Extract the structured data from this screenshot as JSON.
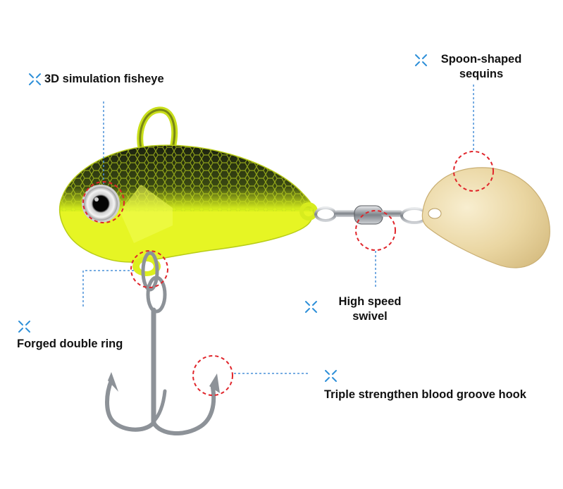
{
  "annotations": {
    "fisheye": "3D simulation fisheye",
    "spoon_line1": "Spoon-shaped",
    "spoon_line2": "sequins",
    "swivel_line1": "High speed",
    "swivel_line2": "swivel",
    "ring": "Forged double ring",
    "hook": "Triple strengthen blood groove hook"
  },
  "colors": {
    "lure_body": "#dff21a",
    "lure_back": "#1a1d12",
    "blade": "#ecd9a8",
    "metal": "#9a9ea4",
    "leader_line": "#4a90d9",
    "highlight_circle": "#e0252b",
    "marker": "#2d8fd8"
  },
  "icons": {
    "marker": "cross-marker-icon"
  }
}
